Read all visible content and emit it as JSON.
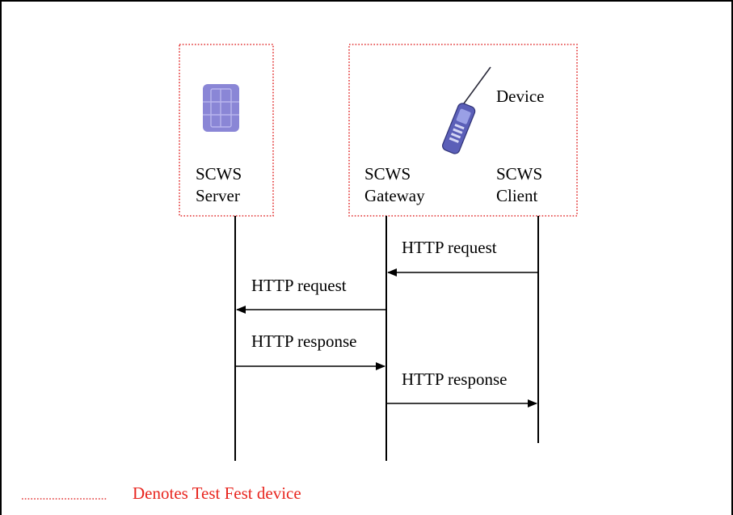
{
  "entities": {
    "server": {
      "line1": "SCWS",
      "line2": "Server"
    },
    "gateway": {
      "line1": "SCWS",
      "line2": "Gateway"
    },
    "client": {
      "line1": "SCWS",
      "line2": "Client"
    },
    "device_label": "Device"
  },
  "messages": [
    {
      "from": "client",
      "to": "gateway",
      "label": "HTTP request"
    },
    {
      "from": "gateway",
      "to": "server",
      "label": "HTTP request"
    },
    {
      "from": "server",
      "to": "gateway",
      "label": "HTTP response"
    },
    {
      "from": "gateway",
      "to": "client",
      "label": "HTTP response"
    }
  ],
  "legend": {
    "text": "Denotes Test Fest device",
    "color": "#e8261f"
  },
  "colors": {
    "group_border": "#e23030",
    "chip": "#8a86d6",
    "phone": "#5b5fb8"
  },
  "icons": {
    "chip": "sim-chip-icon",
    "phone": "mobile-phone-icon"
  }
}
